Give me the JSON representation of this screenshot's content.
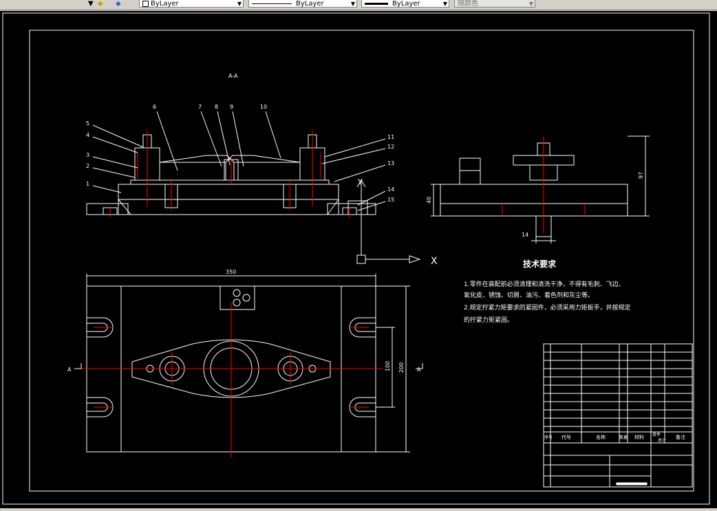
{
  "toolbar": {
    "layer_color_label": "ByLayer",
    "linetype_label": "ByLayer",
    "lineweight_label": "ByLayer",
    "plotstyle_label": "随颜色"
  },
  "drawing": {
    "section_label": "A-A",
    "section_arrow_left": "A",
    "section_arrow_right": "A",
    "part_numbers": [
      "1",
      "2",
      "3",
      "4",
      "5",
      "6",
      "7",
      "8",
      "9",
      "10",
      "11",
      "12",
      "13",
      "14",
      "15"
    ],
    "dims": {
      "overall_width": "350",
      "height_200": "200",
      "height_100": "100",
      "side_97": "97",
      "side_40": "40",
      "side_14": "14"
    },
    "ucs_x": "X",
    "ucs_y": "Y",
    "tech_title": "技术要求",
    "tech_lines": [
      "1.零件在装配前必须清理和清洗干净，不得有毛刺、飞边、",
      "氧化皮、锈蚀、切屑、油污、着色剂和灰尘等。",
      "2.规定拧紧力矩要求的紧固件，必须采用力矩扳手，并按规定",
      "的拧紧力矩紧固。"
    ],
    "bom_headers": [
      "序号",
      "代号",
      "名称",
      "数量",
      "材料",
      "单件",
      "总计",
      "备注"
    ]
  },
  "colors": {
    "background": "#000000",
    "lines": "#ffffff",
    "center": "#ff0000",
    "dim": "#ffffff"
  }
}
